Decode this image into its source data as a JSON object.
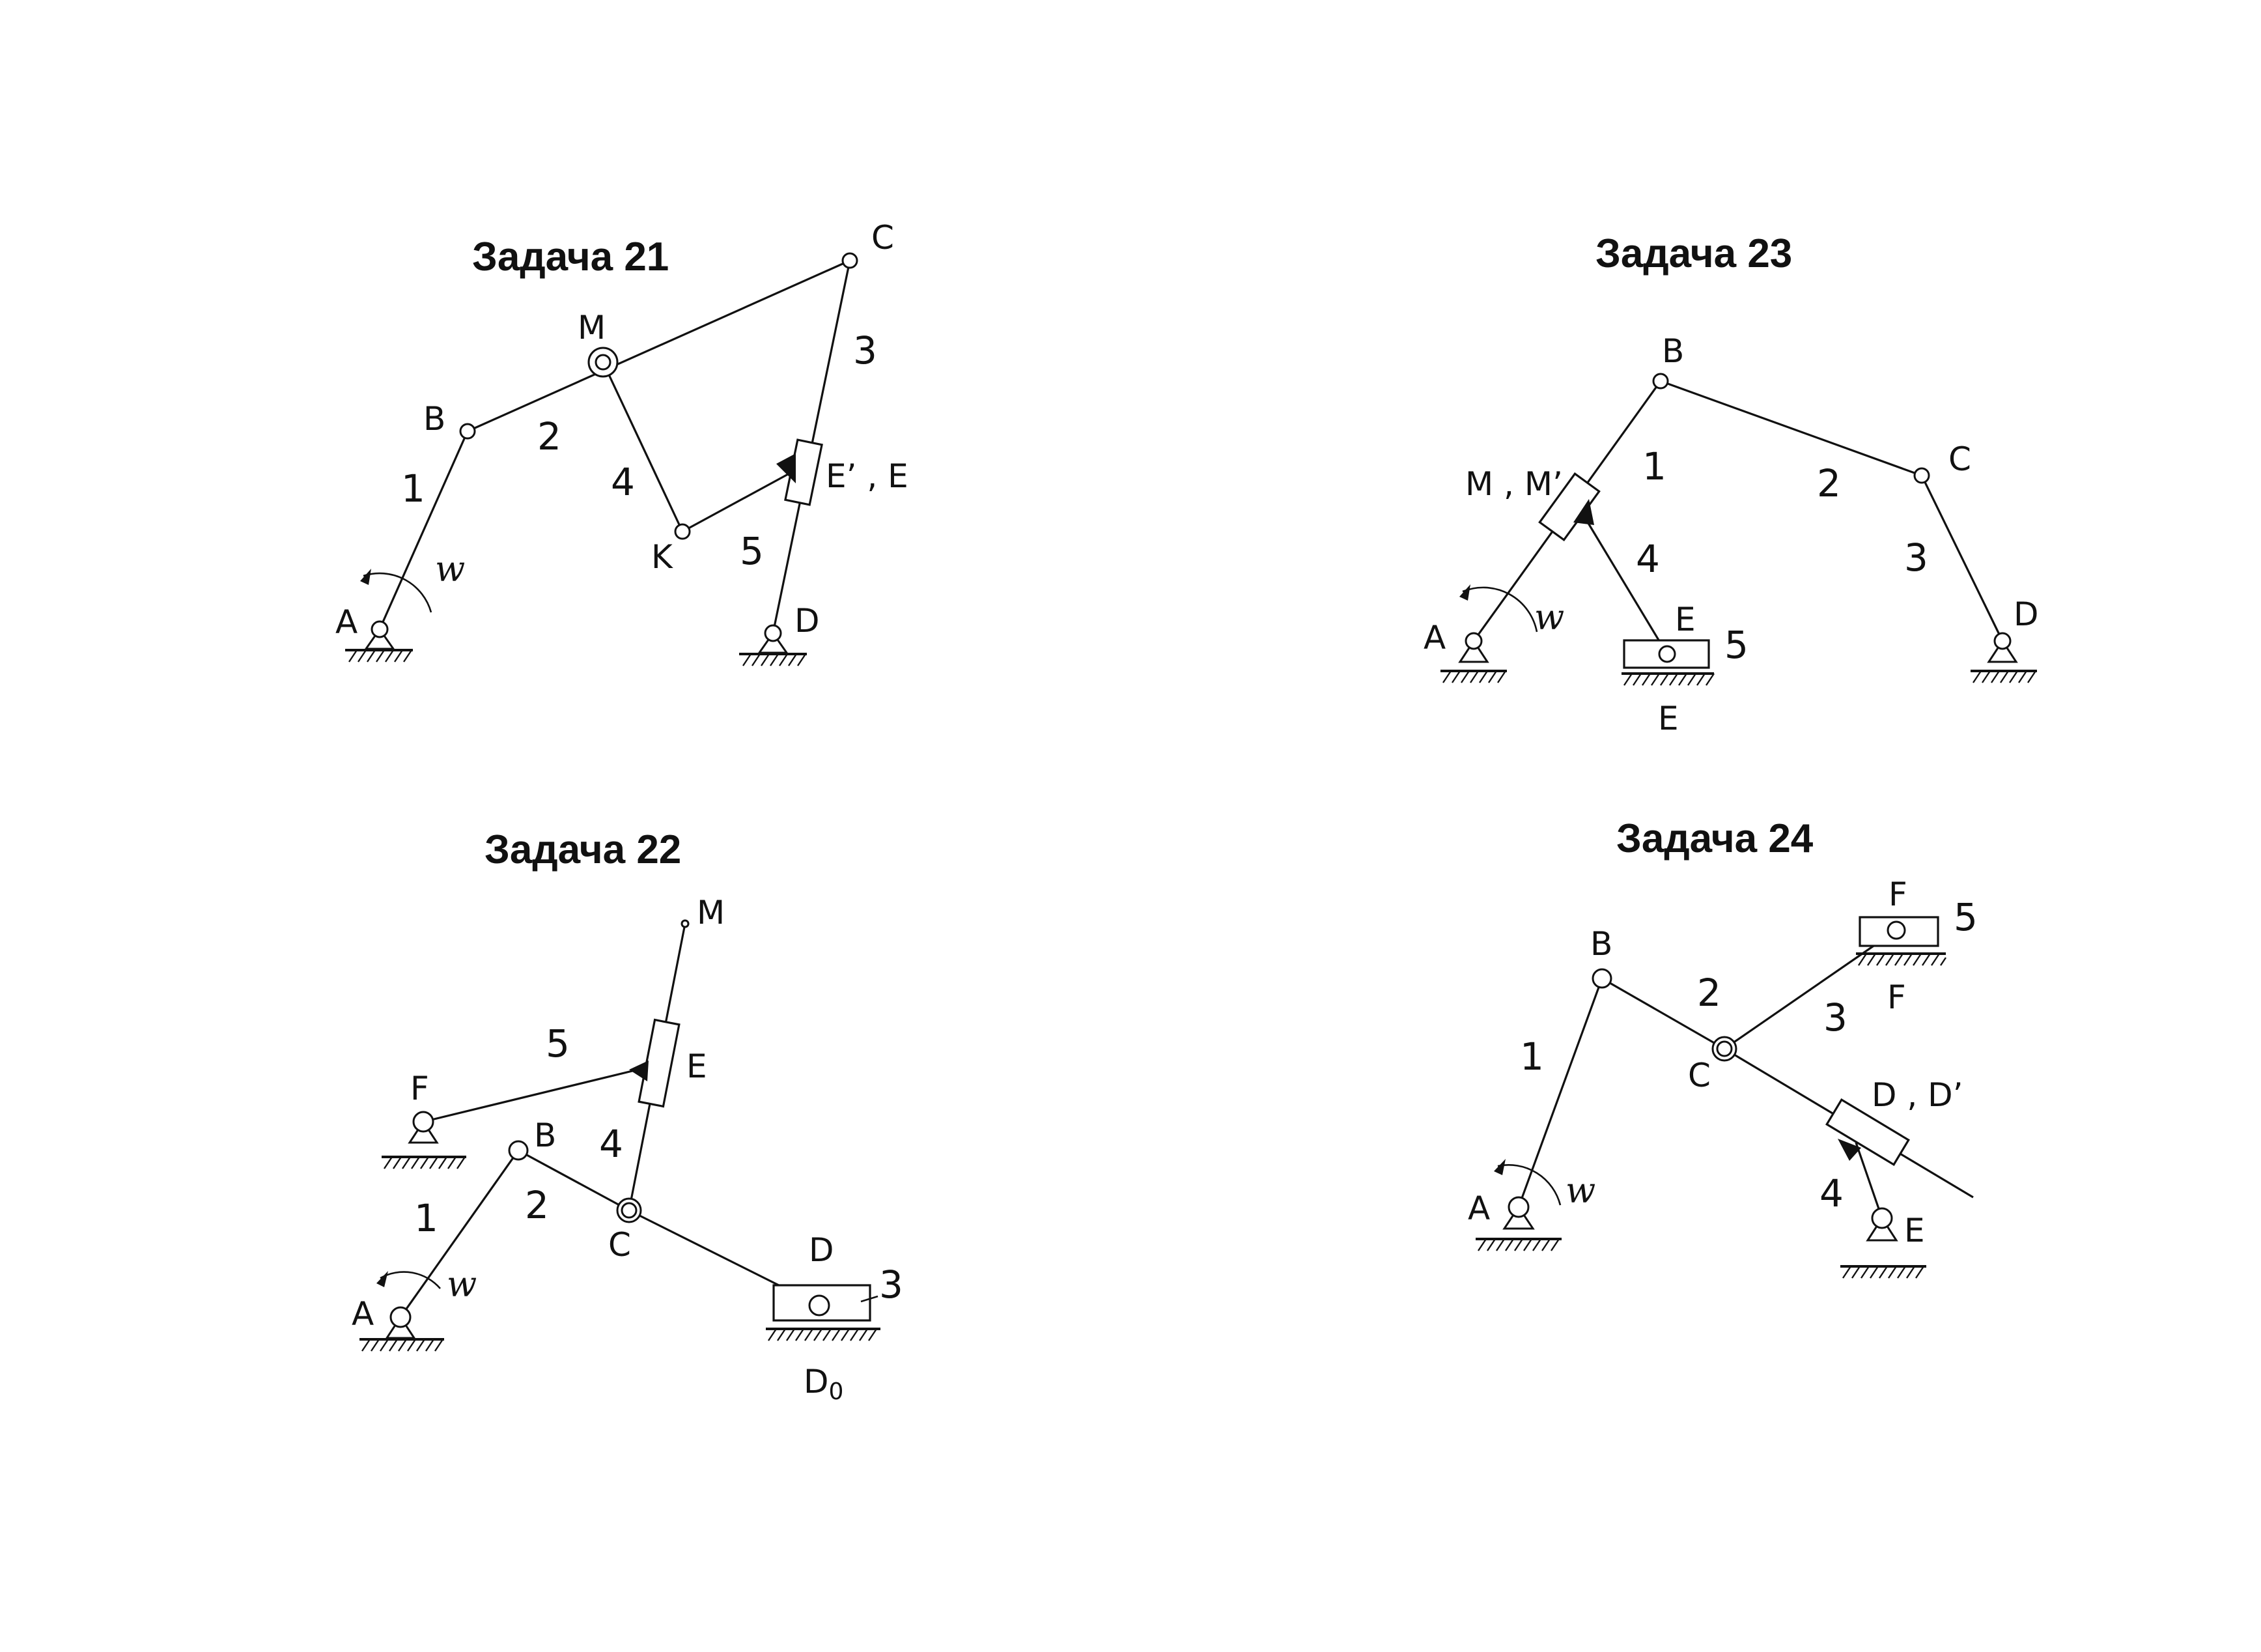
{
  "problems": [
    {
      "title": "Задача 21",
      "points": {
        "A": "A",
        "B": "B",
        "C": "C",
        "D": "D",
        "M": "M",
        "K": "K",
        "E": "E’ , E"
      },
      "links": [
        "1",
        "2",
        "3",
        "4",
        "5"
      ],
      "omega": "w"
    },
    {
      "title": "Задача 22",
      "points": {
        "A": "A",
        "B": "B",
        "C": "C",
        "D": "D",
        "E": "E",
        "F": "F",
        "M": "M",
        "D0": "D"
      },
      "d0_subscript": "0",
      "links": [
        "1",
        "2",
        "3",
        "4",
        "5"
      ],
      "omega": "w"
    },
    {
      "title": "Задача 23",
      "points": {
        "A": "A",
        "B": "B",
        "C": "C",
        "D": "D",
        "M": "M , M’",
        "E": "E",
        "E_guide": "E"
      },
      "links": [
        "1",
        "2",
        "3",
        "4",
        "5"
      ],
      "omega": "w"
    },
    {
      "title": "Задача 24",
      "points": {
        "A": "A",
        "B": "B",
        "C": "C",
        "D": "D , D’",
        "E": "E",
        "F": "F",
        "F_guide": "F"
      },
      "links": [
        "1",
        "2",
        "3",
        "4",
        "5"
      ],
      "omega": "w"
    }
  ]
}
